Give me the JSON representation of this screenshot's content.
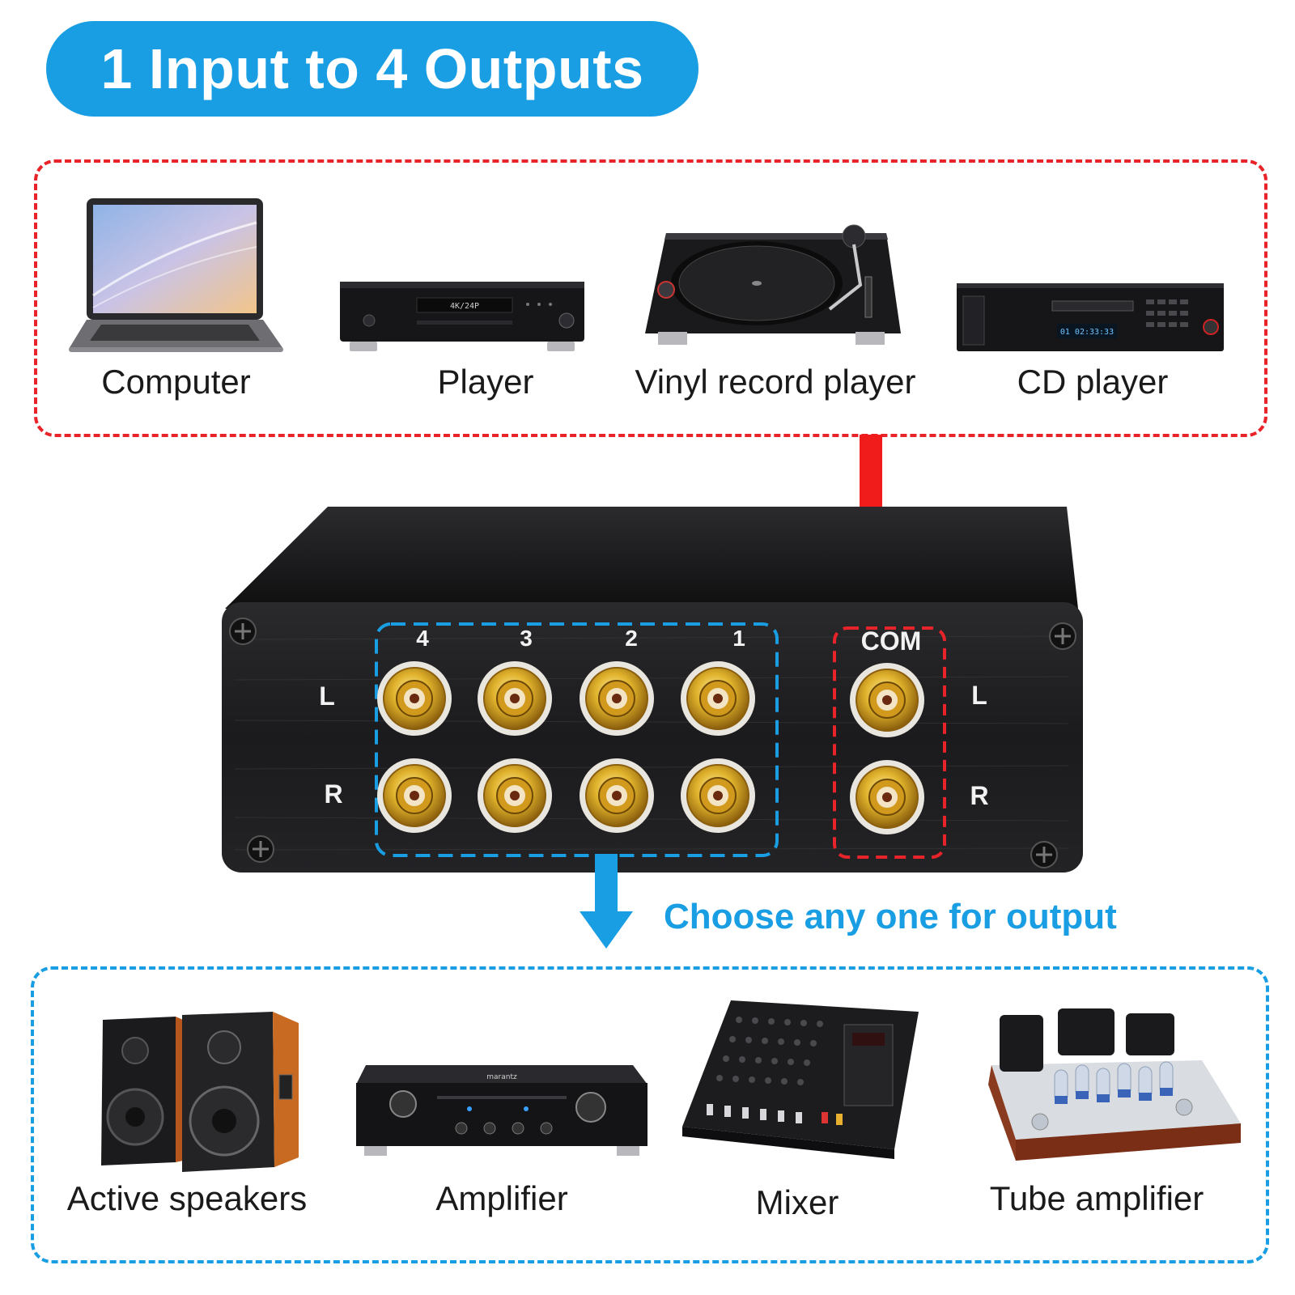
{
  "title": "1 Input to 4 Outputs",
  "sources": [
    {
      "label": "Computer",
      "icon": "laptop-icon"
    },
    {
      "label": "Player",
      "icon": "disc-player-icon"
    },
    {
      "label": "Vinyl record player",
      "icon": "turntable-icon"
    },
    {
      "label": "CD player",
      "icon": "cd-player-icon"
    }
  ],
  "switch_panel": {
    "output_numbers": [
      "4",
      "3",
      "2",
      "1"
    ],
    "com_label": "COM",
    "left_label": "L",
    "right_label": "R"
  },
  "device_screen_text": "4K/24P",
  "cd_display_text": "01 02:33:33",
  "choose_label": "Choose any one for output",
  "outputs": [
    {
      "label": "Active speakers",
      "icon": "speakers-icon"
    },
    {
      "label": "Amplifier",
      "icon": "amplifier-icon"
    },
    {
      "label": "Mixer",
      "icon": "mixer-icon"
    },
    {
      "label": "Tube amplifier",
      "icon": "tube-amplifier-icon"
    }
  ],
  "amp_brand_text": "marantz",
  "colors": {
    "accent_blue": "#1a9ee3",
    "accent_red": "#e8232a",
    "panel": "#1d1d1f",
    "jack_gold": "#d9a521"
  }
}
